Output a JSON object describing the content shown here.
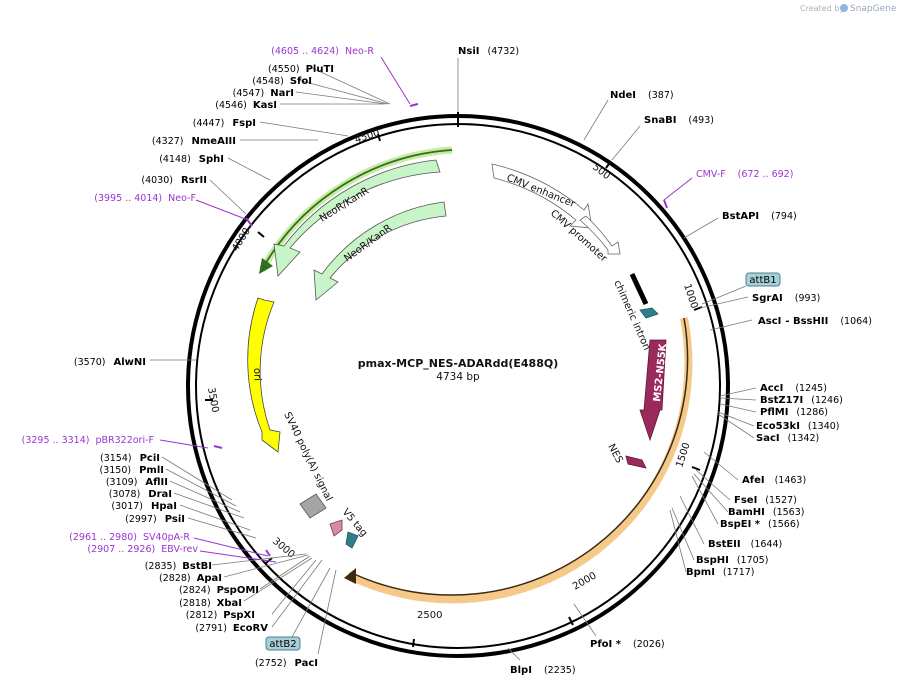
{
  "app": {
    "credit_prefix": "Created by",
    "credit_brand": "SnapGene"
  },
  "plasmid": {
    "name": "pmax-MCP_NES-ADARdd(E488Q)",
    "length_label": "4734 bp",
    "length": 4734
  },
  "ticks": [
    "500",
    "1000",
    "1500",
    "2000",
    "2500",
    "3000",
    "3500",
    "4000",
    "4500"
  ],
  "features": [
    {
      "id": "cmv-enhancer",
      "label": "CMV enhancer",
      "color": "#ffffff"
    },
    {
      "id": "cmv-promoter",
      "label": "CMV promoter",
      "color": "#ffffff"
    },
    {
      "id": "chimeric-intron",
      "label": "chimeric intron",
      "color": "#000000"
    },
    {
      "id": "ms2-n55k",
      "label": "MS2-N55K",
      "color": "#9b2a5c"
    },
    {
      "id": "nes",
      "label": "NES",
      "color": "#9b2a5c"
    },
    {
      "id": "v5-tag",
      "label": "V5 tag",
      "color": "#2e7f8c"
    },
    {
      "id": "sv40-polya",
      "label": "SV40 poly(A) signal",
      "color": "#a5a5a5"
    },
    {
      "id": "ori",
      "label": "ori",
      "color": "#ffff00"
    },
    {
      "id": "neor-1",
      "label": "NeoR/KanR",
      "color": "#c8f5c8"
    },
    {
      "id": "neor-2",
      "label": "NeoR/KanR",
      "color": "#c8f5c8"
    }
  ],
  "att_sites": [
    {
      "id": "attb1",
      "label": "attB1"
    },
    {
      "id": "attb2",
      "label": "attB2"
    }
  ],
  "sites": [
    {
      "id": "nsii",
      "name": "NsiI",
      "pos": "(4732)"
    },
    {
      "id": "ndei",
      "name": "NdeI",
      "pos": "(387)"
    },
    {
      "id": "snabi",
      "name": "SnaBI",
      "pos": "(493)"
    },
    {
      "id": "bstapi",
      "name": "BstAPI",
      "pos": "(794)"
    },
    {
      "id": "sgrai",
      "name": "SgrAI",
      "pos": "(993)"
    },
    {
      "id": "asci",
      "name": "AscI",
      "pos": ""
    },
    {
      "id": "bsshii",
      "name": "- BssHII",
      "pos": "(1064)"
    },
    {
      "id": "acci",
      "name": "AccI",
      "pos": "(1245)"
    },
    {
      "id": "bstz17i",
      "name": "BstZ17I",
      "pos": "(1246)"
    },
    {
      "id": "pflmi",
      "name": "PflMI",
      "pos": "(1286)"
    },
    {
      "id": "eco53ki",
      "name": "Eco53kI",
      "pos": "(1340)"
    },
    {
      "id": "saci",
      "name": "SacI",
      "pos": "(1342)"
    },
    {
      "id": "afei",
      "name": "AfeI",
      "pos": "(1463)"
    },
    {
      "id": "fsei",
      "name": "FseI",
      "pos": "(1527)"
    },
    {
      "id": "bamhi",
      "name": "BamHI",
      "pos": "(1563)"
    },
    {
      "id": "bspei",
      "name": "BspEI *",
      "pos": "(1566)"
    },
    {
      "id": "bsteii",
      "name": "BstEII",
      "pos": "(1644)"
    },
    {
      "id": "bsphi",
      "name": "BspHI",
      "pos": "(1705)"
    },
    {
      "id": "bpmi",
      "name": "BpmI",
      "pos": "(1717)"
    },
    {
      "id": "pfoi",
      "name": "PfoI *",
      "pos": "(2026)"
    },
    {
      "id": "blpi",
      "name": "BlpI",
      "pos": "(2235)"
    },
    {
      "id": "paci",
      "name": "PacI",
      "pos": "(2752)"
    },
    {
      "id": "ecorv",
      "name": "EcoRV",
      "pos": "(2791)"
    },
    {
      "id": "pspxi",
      "name": "PspXI",
      "pos": "(2812)"
    },
    {
      "id": "xbai",
      "name": "XbaI",
      "pos": "(2818)"
    },
    {
      "id": "psppomi",
      "name": "PspOMI",
      "pos": "(2824)"
    },
    {
      "id": "apai",
      "name": "ApaI",
      "pos": "(2828)"
    },
    {
      "id": "bstbi",
      "name": "BstBI",
      "pos": "(2835)"
    },
    {
      "id": "psii",
      "name": "PsiI",
      "pos": "(2997)"
    },
    {
      "id": "hpai",
      "name": "HpaI",
      "pos": "(3017)"
    },
    {
      "id": "drai",
      "name": "DraI",
      "pos": "(3078)"
    },
    {
      "id": "aflii",
      "name": "AflII",
      "pos": "(3109)"
    },
    {
      "id": "pmli",
      "name": "PmlI",
      "pos": "(3150)"
    },
    {
      "id": "pcii",
      "name": "PciI",
      "pos": "(3154)"
    },
    {
      "id": "alwni",
      "name": "AlwNI",
      "pos": "(3570)"
    },
    {
      "id": "rsrii",
      "name": "RsrII",
      "pos": "(4030)"
    },
    {
      "id": "sphi",
      "name": "SphI",
      "pos": "(4148)"
    },
    {
      "id": "nmeaiii",
      "name": "NmeAIII",
      "pos": "(4327)"
    },
    {
      "id": "fspi",
      "name": "FspI",
      "pos": "(4447)"
    },
    {
      "id": "kasi",
      "name": "KasI",
      "pos": "(4546)"
    },
    {
      "id": "nari",
      "name": "NarI",
      "pos": "(4547)"
    },
    {
      "id": "sfoi",
      "name": "SfoI",
      "pos": "(4548)"
    },
    {
      "id": "pluti",
      "name": "PluTI",
      "pos": "(4550)"
    }
  ],
  "primers": [
    {
      "id": "neo-r",
      "name": "Neo-R",
      "range": "(4605 .. 4624)"
    },
    {
      "id": "cmv-f",
      "name": "CMV-F",
      "range": "(672 .. 692)"
    },
    {
      "id": "neo-f",
      "name": "Neo-F",
      "range": "(3995 .. 4014)"
    },
    {
      "id": "pbr322ori-f",
      "name": "pBR322ori-F",
      "range": "(3295 .. 3314)"
    },
    {
      "id": "sv40pa-r",
      "name": "SV40pA-R",
      "range": "(2961 .. 2980)"
    },
    {
      "id": "ebv-rev",
      "name": "EBV-rev",
      "range": "(2907 .. 2926)"
    }
  ],
  "colors": {
    "primer": "#9a35d0",
    "backbone": "#000000",
    "orf_highlight": "#f5c98a",
    "neo_highlight": "#2f6e1a"
  }
}
